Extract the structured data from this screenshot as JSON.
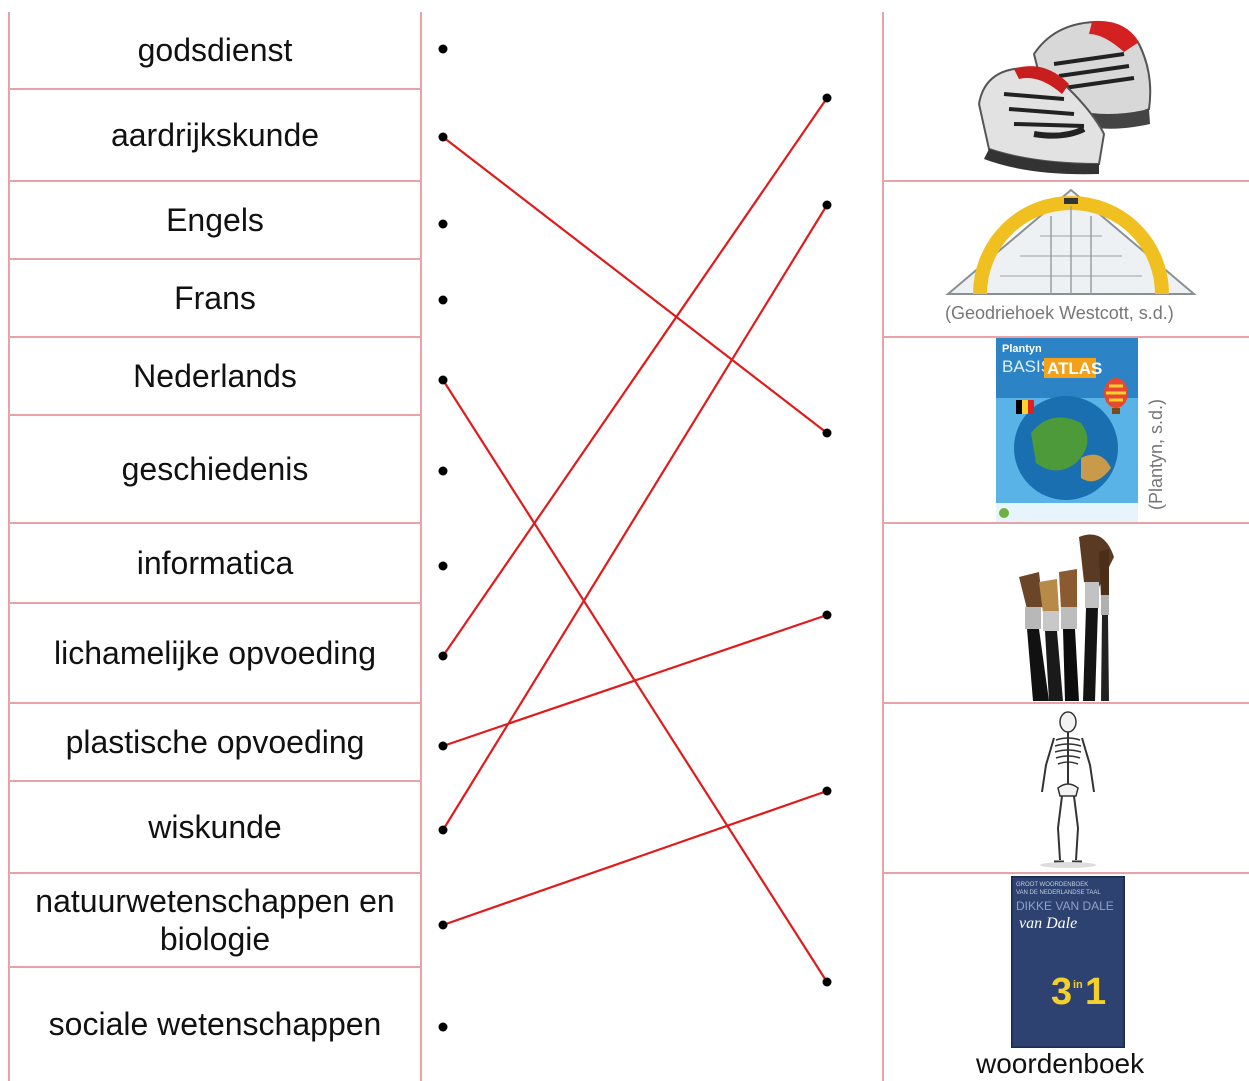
{
  "subjects": [
    "godsdienst",
    "aardrijkskunde",
    "Engels",
    "Frans",
    "Nederlands",
    "geschiedenis",
    "informatica",
    "lichamelijke opvoeding",
    "plastische opvoeding",
    "wiskunde",
    "natuurwetenschappen en biologie",
    "sociale wetenschappen"
  ],
  "pictures": {
    "shoes": {
      "icon": "sneakers-icon"
    },
    "triangle": {
      "icon": "geodriehoek-icon",
      "caption": "(Geodriehoek Westcott, s.d.)"
    },
    "atlas": {
      "icon": "atlas-book-icon",
      "brand": "Plantyn",
      "title_basis": "BASIS",
      "title_atlas": "ATLAS",
      "caption": "(Plantyn, s.d.)"
    },
    "brushes": {
      "icon": "paintbrushes-icon"
    },
    "skeleton": {
      "icon": "skeleton-icon"
    },
    "dictionary": {
      "icon": "dictionary-book-icon",
      "cover_line1": "GROOT WOORDENBOEK",
      "cover_line2": "VAN DE NEDERLANDSE TAAL",
      "cover_brand": "DIKKE VAN DALE",
      "cover_script": "van Dale",
      "cover_num": "3",
      "cover_in": "in",
      "cover_one": "1",
      "label": "woordenboek"
    }
  },
  "connections": [
    {
      "subject": "aardrijkskunde",
      "picture": "atlas"
    },
    {
      "subject": "Nederlands",
      "picture": "dictionary"
    },
    {
      "subject": "lichamelijke opvoeding",
      "picture": "shoes"
    },
    {
      "subject": "plastische opvoeding",
      "picture": "brushes"
    },
    {
      "subject": "wiskunde",
      "picture": "triangle"
    },
    {
      "subject": "natuurwetenschappen en biologie",
      "picture": "skeleton"
    }
  ],
  "colors": {
    "line": "#e01b1b",
    "border": "#e8a3a8",
    "dot": "#000000"
  }
}
